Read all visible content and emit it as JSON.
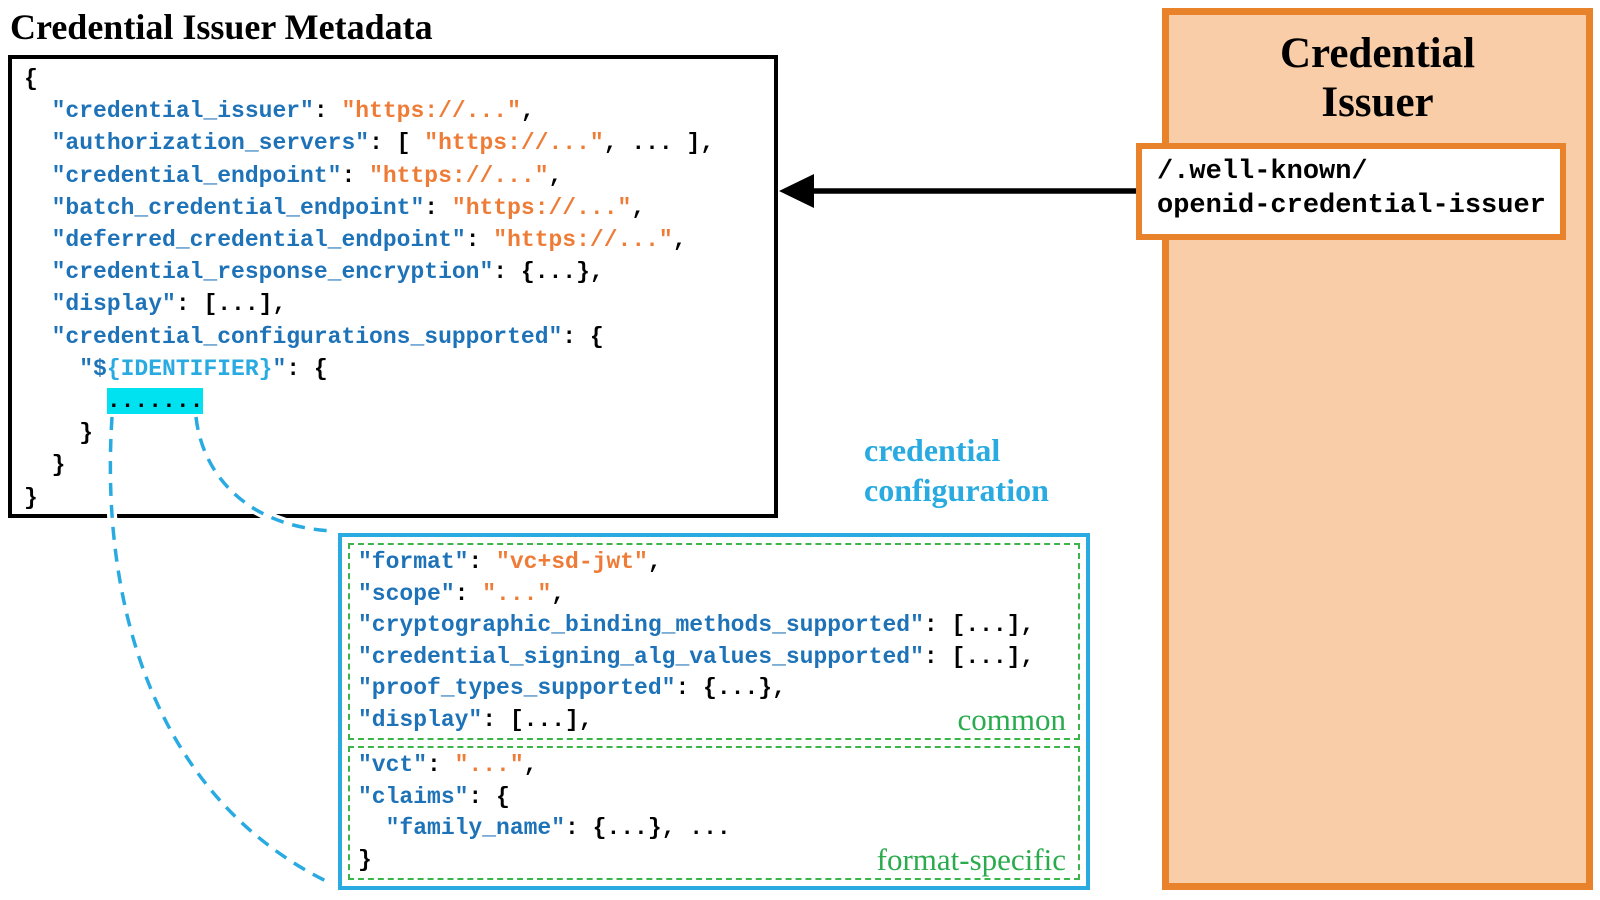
{
  "page": {
    "title": "Credential Issuer Metadata"
  },
  "issuer_panel": {
    "title_line1": "Credential",
    "title_line2": "Issuer",
    "wellknown_line1": "/.well-known/",
    "wellknown_line2": "openid-credential-issuer"
  },
  "metadata_box": {
    "lines": [
      [
        {
          "c": "p",
          "t": "{"
        }
      ],
      [
        {
          "c": "p",
          "t": "  "
        },
        {
          "c": "key",
          "t": "\"credential_issuer\""
        },
        {
          "c": "p",
          "t": ": "
        },
        {
          "c": "str",
          "t": "\"https://...\""
        },
        {
          "c": "p",
          "t": ","
        }
      ],
      [
        {
          "c": "p",
          "t": "  "
        },
        {
          "c": "key",
          "t": "\"authorization_servers\""
        },
        {
          "c": "p",
          "t": ": [ "
        },
        {
          "c": "str",
          "t": "\"https://...\""
        },
        {
          "c": "p",
          "t": ", ... ],"
        }
      ],
      [
        {
          "c": "p",
          "t": "  "
        },
        {
          "c": "key",
          "t": "\"credential_endpoint\""
        },
        {
          "c": "p",
          "t": ": "
        },
        {
          "c": "str",
          "t": "\"https://...\""
        },
        {
          "c": "p",
          "t": ","
        }
      ],
      [
        {
          "c": "p",
          "t": "  "
        },
        {
          "c": "key",
          "t": "\"batch_credential_endpoint\""
        },
        {
          "c": "p",
          "t": ": "
        },
        {
          "c": "str",
          "t": "\"https://...\""
        },
        {
          "c": "p",
          "t": ","
        }
      ],
      [
        {
          "c": "p",
          "t": "  "
        },
        {
          "c": "key",
          "t": "\"deferred_credential_endpoint\""
        },
        {
          "c": "p",
          "t": ": "
        },
        {
          "c": "str",
          "t": "\"https://...\""
        },
        {
          "c": "p",
          "t": ","
        }
      ],
      [
        {
          "c": "p",
          "t": "  "
        },
        {
          "c": "key",
          "t": "\"credential_response_encryption\""
        },
        {
          "c": "p",
          "t": ": {...},"
        }
      ],
      [
        {
          "c": "p",
          "t": "  "
        },
        {
          "c": "key",
          "t": "\"display\""
        },
        {
          "c": "p",
          "t": ": [...],"
        }
      ],
      [
        {
          "c": "p",
          "t": "  "
        },
        {
          "c": "key",
          "t": "\"credential_configurations_supported\""
        },
        {
          "c": "p",
          "t": ": {"
        }
      ],
      [
        {
          "c": "p",
          "t": "    "
        },
        {
          "c": "key",
          "t": "\"$"
        },
        {
          "c": "id",
          "t": "{IDENTIFIER}"
        },
        {
          "c": "key",
          "t": "\""
        },
        {
          "c": "p",
          "t": ": {"
        }
      ],
      [
        {
          "c": "p",
          "t": "      "
        },
        {
          "c": "hl",
          "t": "......."
        }
      ],
      [
        {
          "c": "p",
          "t": "    }"
        }
      ],
      [
        {
          "c": "p",
          "t": "  }"
        }
      ],
      [
        {
          "c": "p",
          "t": "}"
        }
      ]
    ]
  },
  "config": {
    "label_line1": "credential",
    "label_line2": "configuration",
    "common_label": "common",
    "format_label": "format-specific",
    "common_lines": [
      [
        {
          "c": "key",
          "t": "\"format\""
        },
        {
          "c": "p",
          "t": ": "
        },
        {
          "c": "str",
          "t": "\"vc+sd-jwt\""
        },
        {
          "c": "p",
          "t": ","
        }
      ],
      [
        {
          "c": "key",
          "t": "\"scope\""
        },
        {
          "c": "p",
          "t": ": "
        },
        {
          "c": "str",
          "t": "\"...\""
        },
        {
          "c": "p",
          "t": ","
        }
      ],
      [
        {
          "c": "key",
          "t": "\"cryptographic_binding_methods_supported\""
        },
        {
          "c": "p",
          "t": ": [...],"
        }
      ],
      [
        {
          "c": "key",
          "t": "\"credential_signing_alg_values_supported\""
        },
        {
          "c": "p",
          "t": ": [...],"
        }
      ],
      [
        {
          "c": "key",
          "t": "\"proof_types_supported\""
        },
        {
          "c": "p",
          "t": ": {...},"
        }
      ],
      [
        {
          "c": "key",
          "t": "\"display\""
        },
        {
          "c": "p",
          "t": ": [...],"
        }
      ]
    ],
    "format_lines": [
      [
        {
          "c": "key",
          "t": "\"vct\""
        },
        {
          "c": "p",
          "t": ": "
        },
        {
          "c": "str",
          "t": "\"...\""
        },
        {
          "c": "p",
          "t": ","
        }
      ],
      [
        {
          "c": "key",
          "t": "\"claims\""
        },
        {
          "c": "p",
          "t": ": {"
        }
      ],
      [
        {
          "c": "p",
          "t": "  "
        },
        {
          "c": "key",
          "t": "\"family_name\""
        },
        {
          "c": "p",
          "t": ": {...}, ..."
        }
      ],
      [
        {
          "c": "p",
          "t": "}"
        }
      ]
    ]
  },
  "colors": {
    "key_blue": "#1e73b8",
    "value_orange": "#ee7c37",
    "identifier_cyan": "#29abe2",
    "highlight_cyan": "#00e2f0",
    "config_cyan": "#29abe2",
    "green": "#2aab4d",
    "green_dash": "#3bb54a",
    "issuer_border_orange": "#e8832c",
    "issuer_fill_peach": "#f8cda8",
    "arrow_black": "#000000"
  }
}
